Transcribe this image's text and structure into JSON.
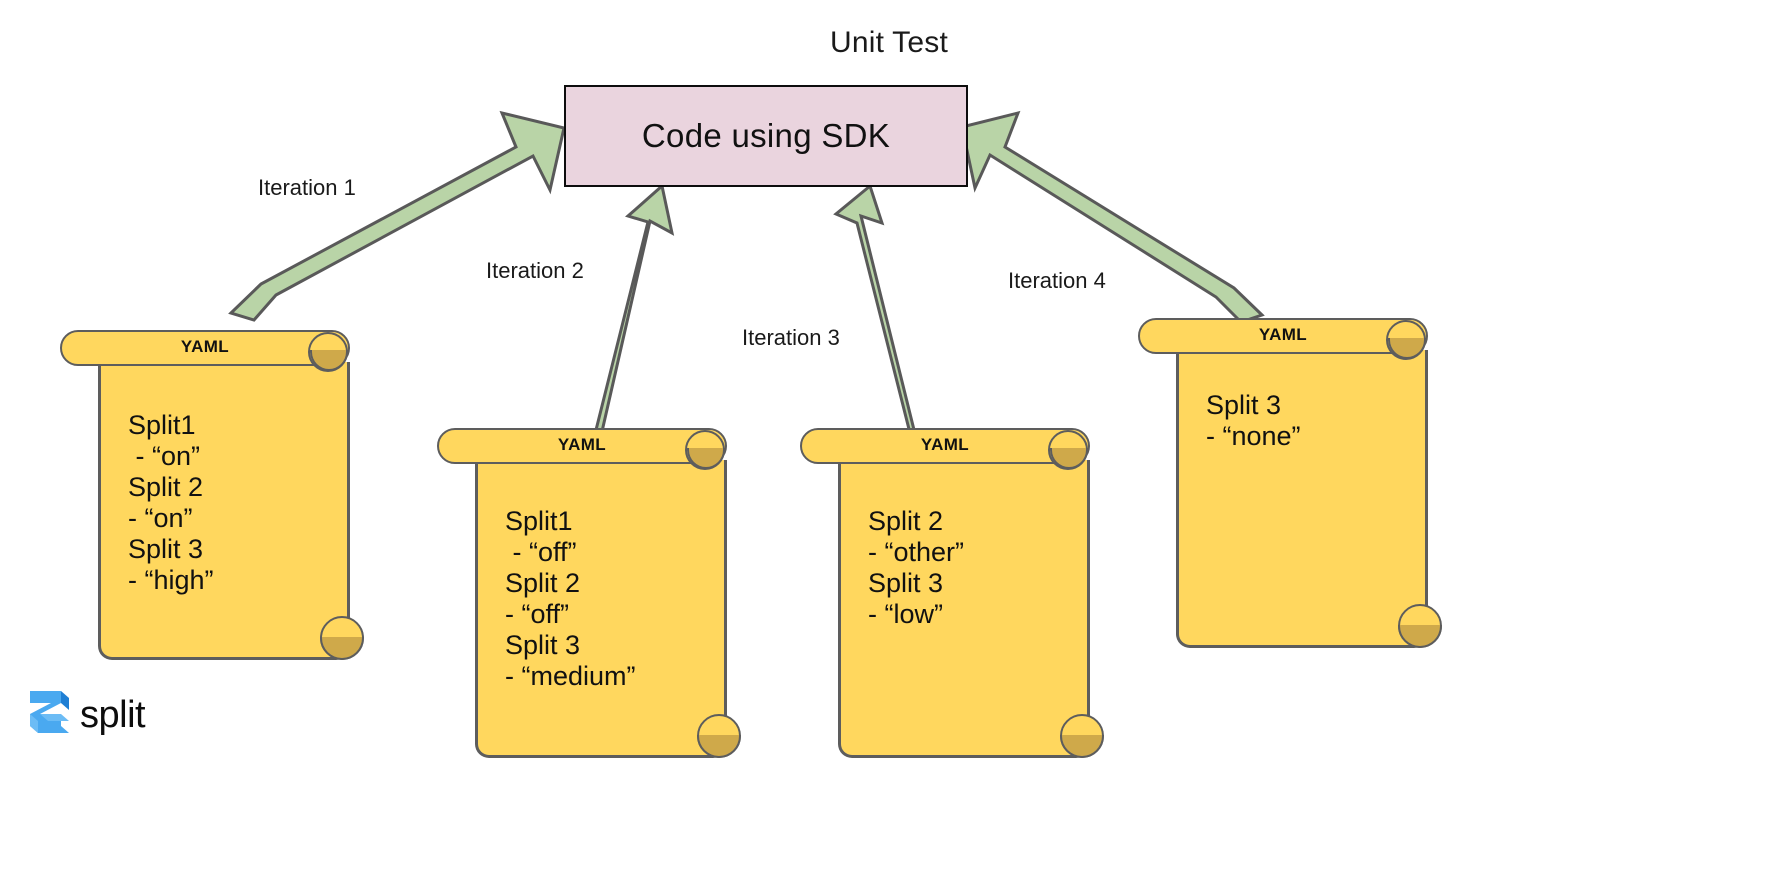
{
  "page": {
    "title": "Unit Test",
    "background_color": "#ffffff"
  },
  "sdk_box": {
    "label": "Code using SDK",
    "fill_color": "#ead4de",
    "border_color": "#0d0d0d"
  },
  "arrow_style": {
    "fill_color": "#b9d4a7",
    "stroke_color": "#595959"
  },
  "arrows": [
    {
      "name": "arrow-iteration-1",
      "label": "Iteration 1"
    },
    {
      "name": "arrow-iteration-2",
      "label": "Iteration 2"
    },
    {
      "name": "arrow-iteration-3",
      "label": "Iteration 3"
    },
    {
      "name": "arrow-iteration-4",
      "label": "Iteration 4"
    }
  ],
  "labels": {
    "iteration_1": "Iteration 1",
    "iteration_2": "Iteration 2",
    "iteration_3": "Iteration 3",
    "iteration_4": "Iteration 4"
  },
  "scroll_style": {
    "paper_color": "#ffd75e",
    "curl_color": "#cfa94a",
    "border_color": "#5d5d5d"
  },
  "scrolls": [
    {
      "name": "yaml-scroll-1",
      "tag": "YAML",
      "lines": [
        "Split1",
        " - “on”",
        "Split 2",
        "- “on”",
        "Split 3",
        "- “high”"
      ],
      "text": "Split1\n - “on”\nSplit 2\n- “on”\nSplit 3\n- “high”"
    },
    {
      "name": "yaml-scroll-2",
      "tag": "YAML",
      "lines": [
        "Split1",
        " - “off”",
        "Split 2",
        "- “off”",
        "Split 3",
        "- “medium”"
      ],
      "text": "Split1\n - “off”\nSplit 2\n- “off”\nSplit 3\n- “medium”"
    },
    {
      "name": "yaml-scroll-3",
      "tag": "YAML",
      "lines": [
        "Split 2",
        "- “other”",
        "Split 3",
        "- “low”"
      ],
      "text": "Split 2\n- “other”\nSplit 3\n- “low”"
    },
    {
      "name": "yaml-scroll-4",
      "tag": "YAML",
      "lines": [
        "Split 3",
        "- “none”"
      ],
      "text": "Split 3\n- “none”"
    }
  ],
  "logo": {
    "wordmark": "split",
    "mark_color_light": "#4aa9f0",
    "mark_color_dark": "#1f7fd4"
  }
}
